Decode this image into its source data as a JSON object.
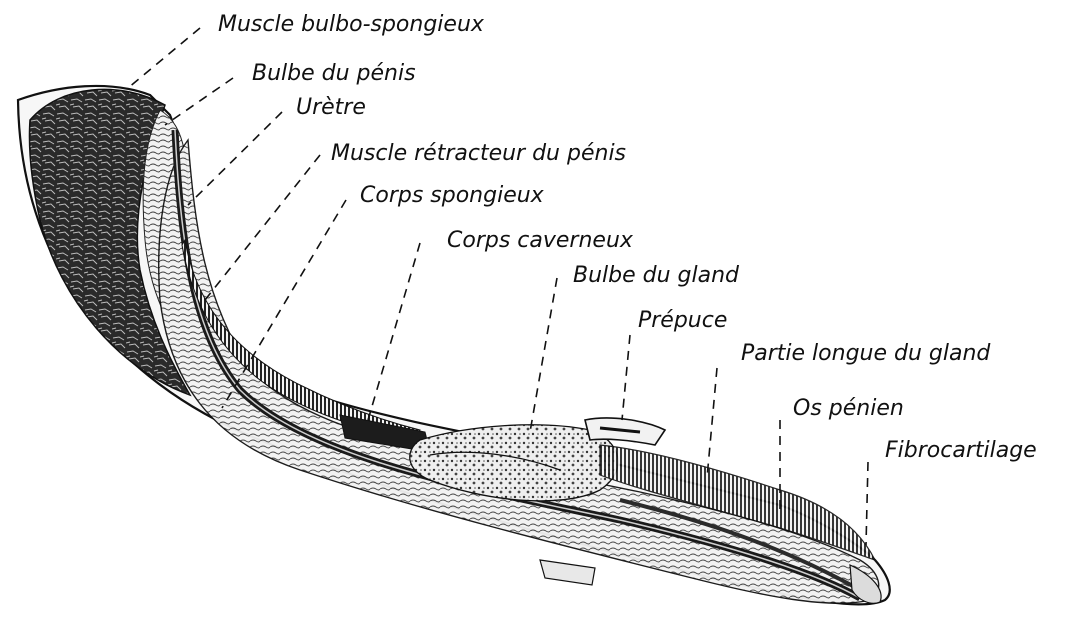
{
  "labels": [
    "Muscle bulbo-spongieux",
    "Bulbe du pénis",
    "Urètre",
    "Muscle rétracteur du pénis",
    "Corps spongieux",
    "Corps caverneux",
    "Bulbe du gland",
    "Prépuce",
    "Partie longue du gland",
    "Os pénien",
    "Fibrocartilage"
  ],
  "colors": {
    "ink": "#111111",
    "tissue_dark": "#1e1e1e",
    "tissue_mid": "#6e6e6e",
    "tissue_light": "#e9e9e9",
    "background": "#ffffff"
  }
}
